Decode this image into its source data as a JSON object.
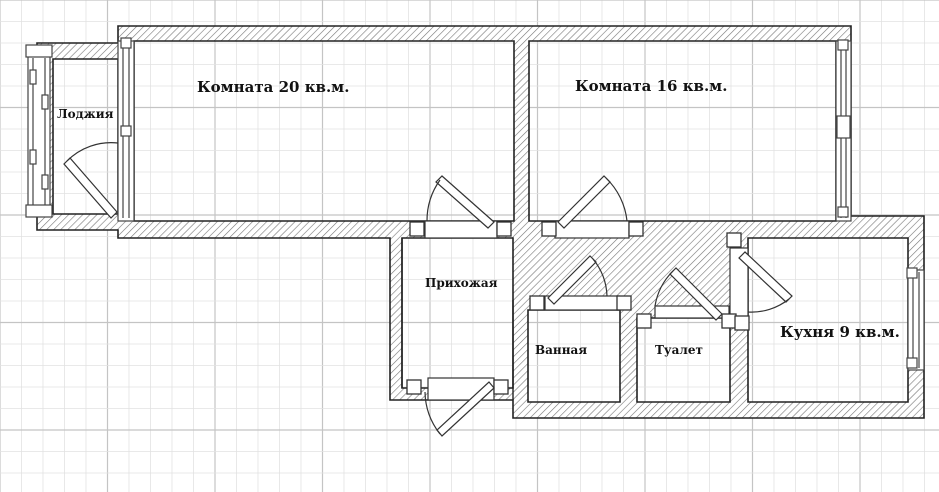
{
  "plan": {
    "rooms": {
      "room_20": "Комната 20 кв.м.",
      "room_16": "Комната 16 кв.м.",
      "loggia": "Лоджия",
      "hallway": "Прихожая",
      "bathroom": "Ванная",
      "toilet": "Туалет",
      "kitchen": "Кухня 9 кв.м."
    }
  },
  "colors": {
    "grid_minor": "#e2e2e2",
    "grid_major": "#c4c4c4",
    "wall_outline": "#222222",
    "wall_hatch": "#777777",
    "window": "#444444",
    "door": "#333333"
  }
}
